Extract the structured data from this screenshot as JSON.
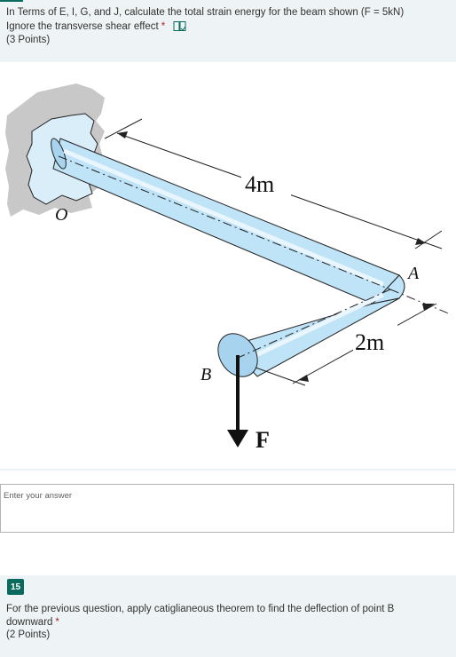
{
  "question14": {
    "line1": "In Terms of E, I, G, and J, calculate the total strain energy for the beam shown (F = 5kN)",
    "line2": "Ignore the transverse shear effect",
    "required_mark": "*",
    "points": "(3 Points)",
    "reader_icon": "immersive-reader-icon",
    "figure": {
      "label_length_1": "4m",
      "label_length_2": "2m",
      "label_point_a": "A",
      "label_point_b": "B",
      "label_point_o": "O",
      "label_force": "F",
      "beam_color": "#bfe3f7",
      "wall_color": "#c8c8c8"
    }
  },
  "answer": {
    "placeholder": "Enter your answer"
  },
  "question15": {
    "number": "15",
    "line1": "For the previous question, apply catiglianeous theorem to find the deflection of point B",
    "line2": "downward",
    "required_mark": "*",
    "points": "(2 Points)"
  },
  "colors": {
    "accent": "#0b6a5e",
    "panel_bg": "#eef4f5",
    "required": "#a4262c"
  }
}
